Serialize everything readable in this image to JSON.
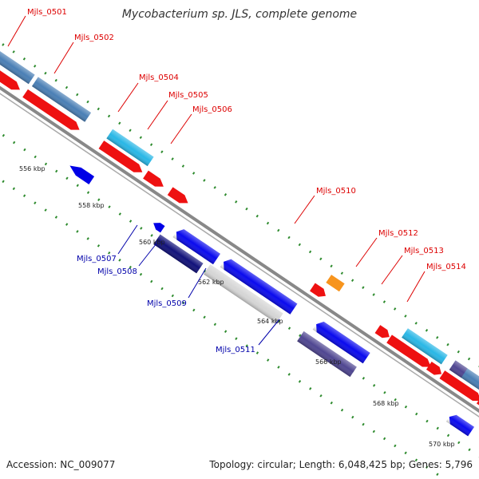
{
  "title": "Mycobacterium sp. JLS, complete genome",
  "footer": {
    "accession": "Accession: NC_009077",
    "summary": "Topology: circular; Length: 6,048,425 bp; Genes: 5,796"
  },
  "colors": {
    "label_forward": "#dd0000",
    "label_reverse": "#0000aa",
    "backbone": "#888888",
    "tick": "#2e8b2e"
  },
  "ticks": [
    "556 kbp",
    "558 kbp",
    "560 kbp",
    "562 kbp",
    "564 kbp",
    "566 kbp",
    "568 kbp",
    "570 kbp"
  ],
  "genes": [
    {
      "id": "Mjls_0501",
      "strand": "forward",
      "label": "Mjls_0501"
    },
    {
      "id": "Mjls_0502",
      "strand": "forward",
      "label": "Mjls_0502"
    },
    {
      "id": "Mjls_0504",
      "strand": "forward",
      "label": "Mjls_0504"
    },
    {
      "id": "Mjls_0505",
      "strand": "forward",
      "label": "Mjls_0505"
    },
    {
      "id": "Mjls_0506",
      "strand": "forward",
      "label": "Mjls_0506"
    },
    {
      "id": "Mjls_0510",
      "strand": "forward",
      "label": "Mjls_0510"
    },
    {
      "id": "Mjls_0512",
      "strand": "forward",
      "label": "Mjls_0512"
    },
    {
      "id": "Mjls_0513",
      "strand": "forward",
      "label": "Mjls_0513"
    },
    {
      "id": "Mjls_0514",
      "strand": "forward",
      "label": "Mjls_0514"
    },
    {
      "id": "Mjls_0507",
      "strand": "reverse",
      "label": "Mjls_0507"
    },
    {
      "id": "Mjls_0508",
      "strand": "reverse",
      "label": "Mjls_0508"
    },
    {
      "id": "Mjls_0509",
      "strand": "reverse",
      "label": "Mjls_0509"
    },
    {
      "id": "Mjls_0511",
      "strand": "reverse",
      "label": "Mjls_0511"
    }
  ]
}
